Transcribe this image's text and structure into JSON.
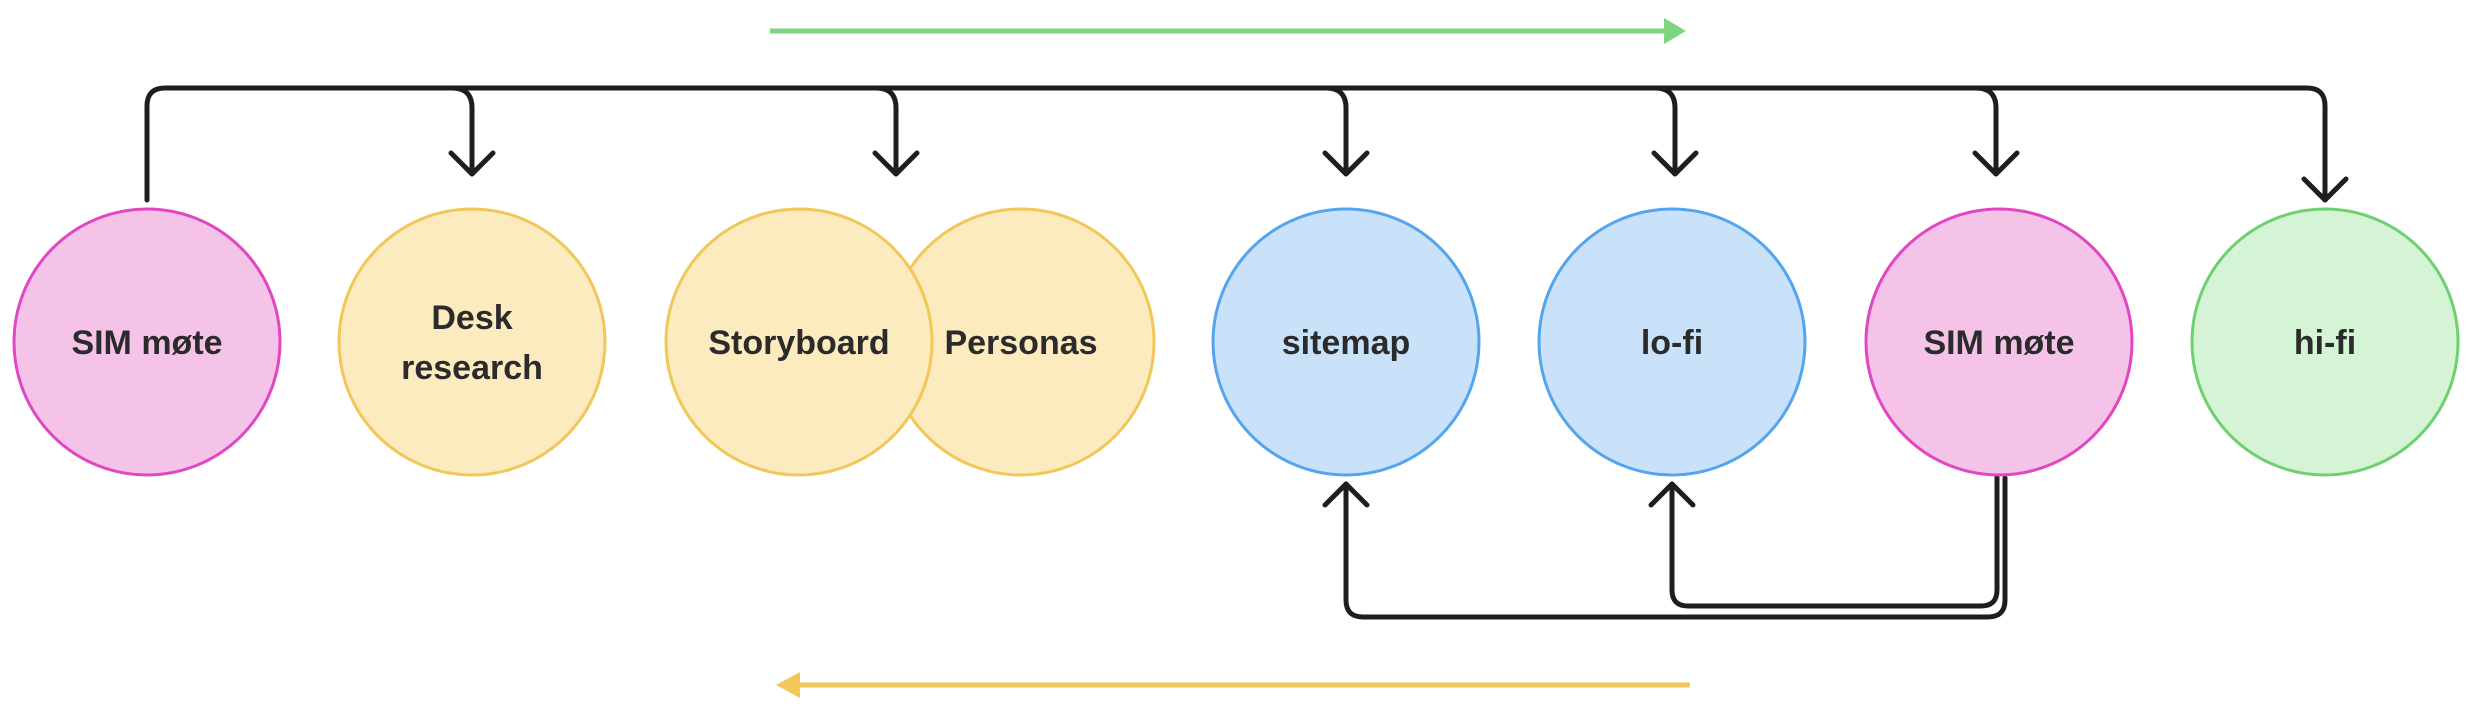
{
  "colors": {
    "pink_fill": "#F5C3E8",
    "pink_stroke": "#E047C1",
    "yellow_fill": "#FBEBBF",
    "yellow_stroke": "#F1C75A",
    "blue_fill": "#C9E2FA",
    "blue_stroke": "#55A4EE",
    "green_fill": "#D5F4D6",
    "green_stroke": "#6FD070",
    "connector": "#1e1e1e",
    "forward_arrow": "#7FD47F",
    "backward_arrow": "#F1C75A",
    "label": "#2b2b2b"
  },
  "nodes": [
    {
      "id": "sim-mote-start",
      "label_lines": [
        "SIM møte"
      ],
      "style": "pink"
    },
    {
      "id": "desk-research",
      "label_lines": [
        "Desk",
        "research"
      ],
      "style": "yellow"
    },
    {
      "id": "storyboard",
      "label_lines": [
        "Storyboard"
      ],
      "style": "yellow"
    },
    {
      "id": "personas",
      "label_lines": [
        "Personas"
      ],
      "style": "yellow"
    },
    {
      "id": "sitemap",
      "label_lines": [
        "sitemap"
      ],
      "style": "blue"
    },
    {
      "id": "lo-fi",
      "label_lines": [
        "lo-fi"
      ],
      "style": "blue"
    },
    {
      "id": "sim-mote-review",
      "label_lines": [
        "SIM møte"
      ],
      "style": "pink"
    },
    {
      "id": "hi-fi",
      "label_lines": [
        "hi-fi"
      ],
      "style": "green"
    }
  ],
  "connections": {
    "top_bus": {
      "from": "sim-mote-start",
      "to": [
        "desk-research",
        "storyboard",
        "sitemap",
        "lo-fi",
        "sim-mote-review",
        "hi-fi"
      ]
    },
    "feedback": [
      {
        "from": "sim-mote-review",
        "to": "sitemap"
      },
      {
        "from": "sim-mote-review",
        "to": "lo-fi"
      }
    ]
  },
  "direction_arrows": [
    {
      "id": "forward",
      "direction": "right",
      "color_key": "forward_arrow"
    },
    {
      "id": "backward",
      "direction": "left",
      "color_key": "backward_arrow"
    }
  ]
}
